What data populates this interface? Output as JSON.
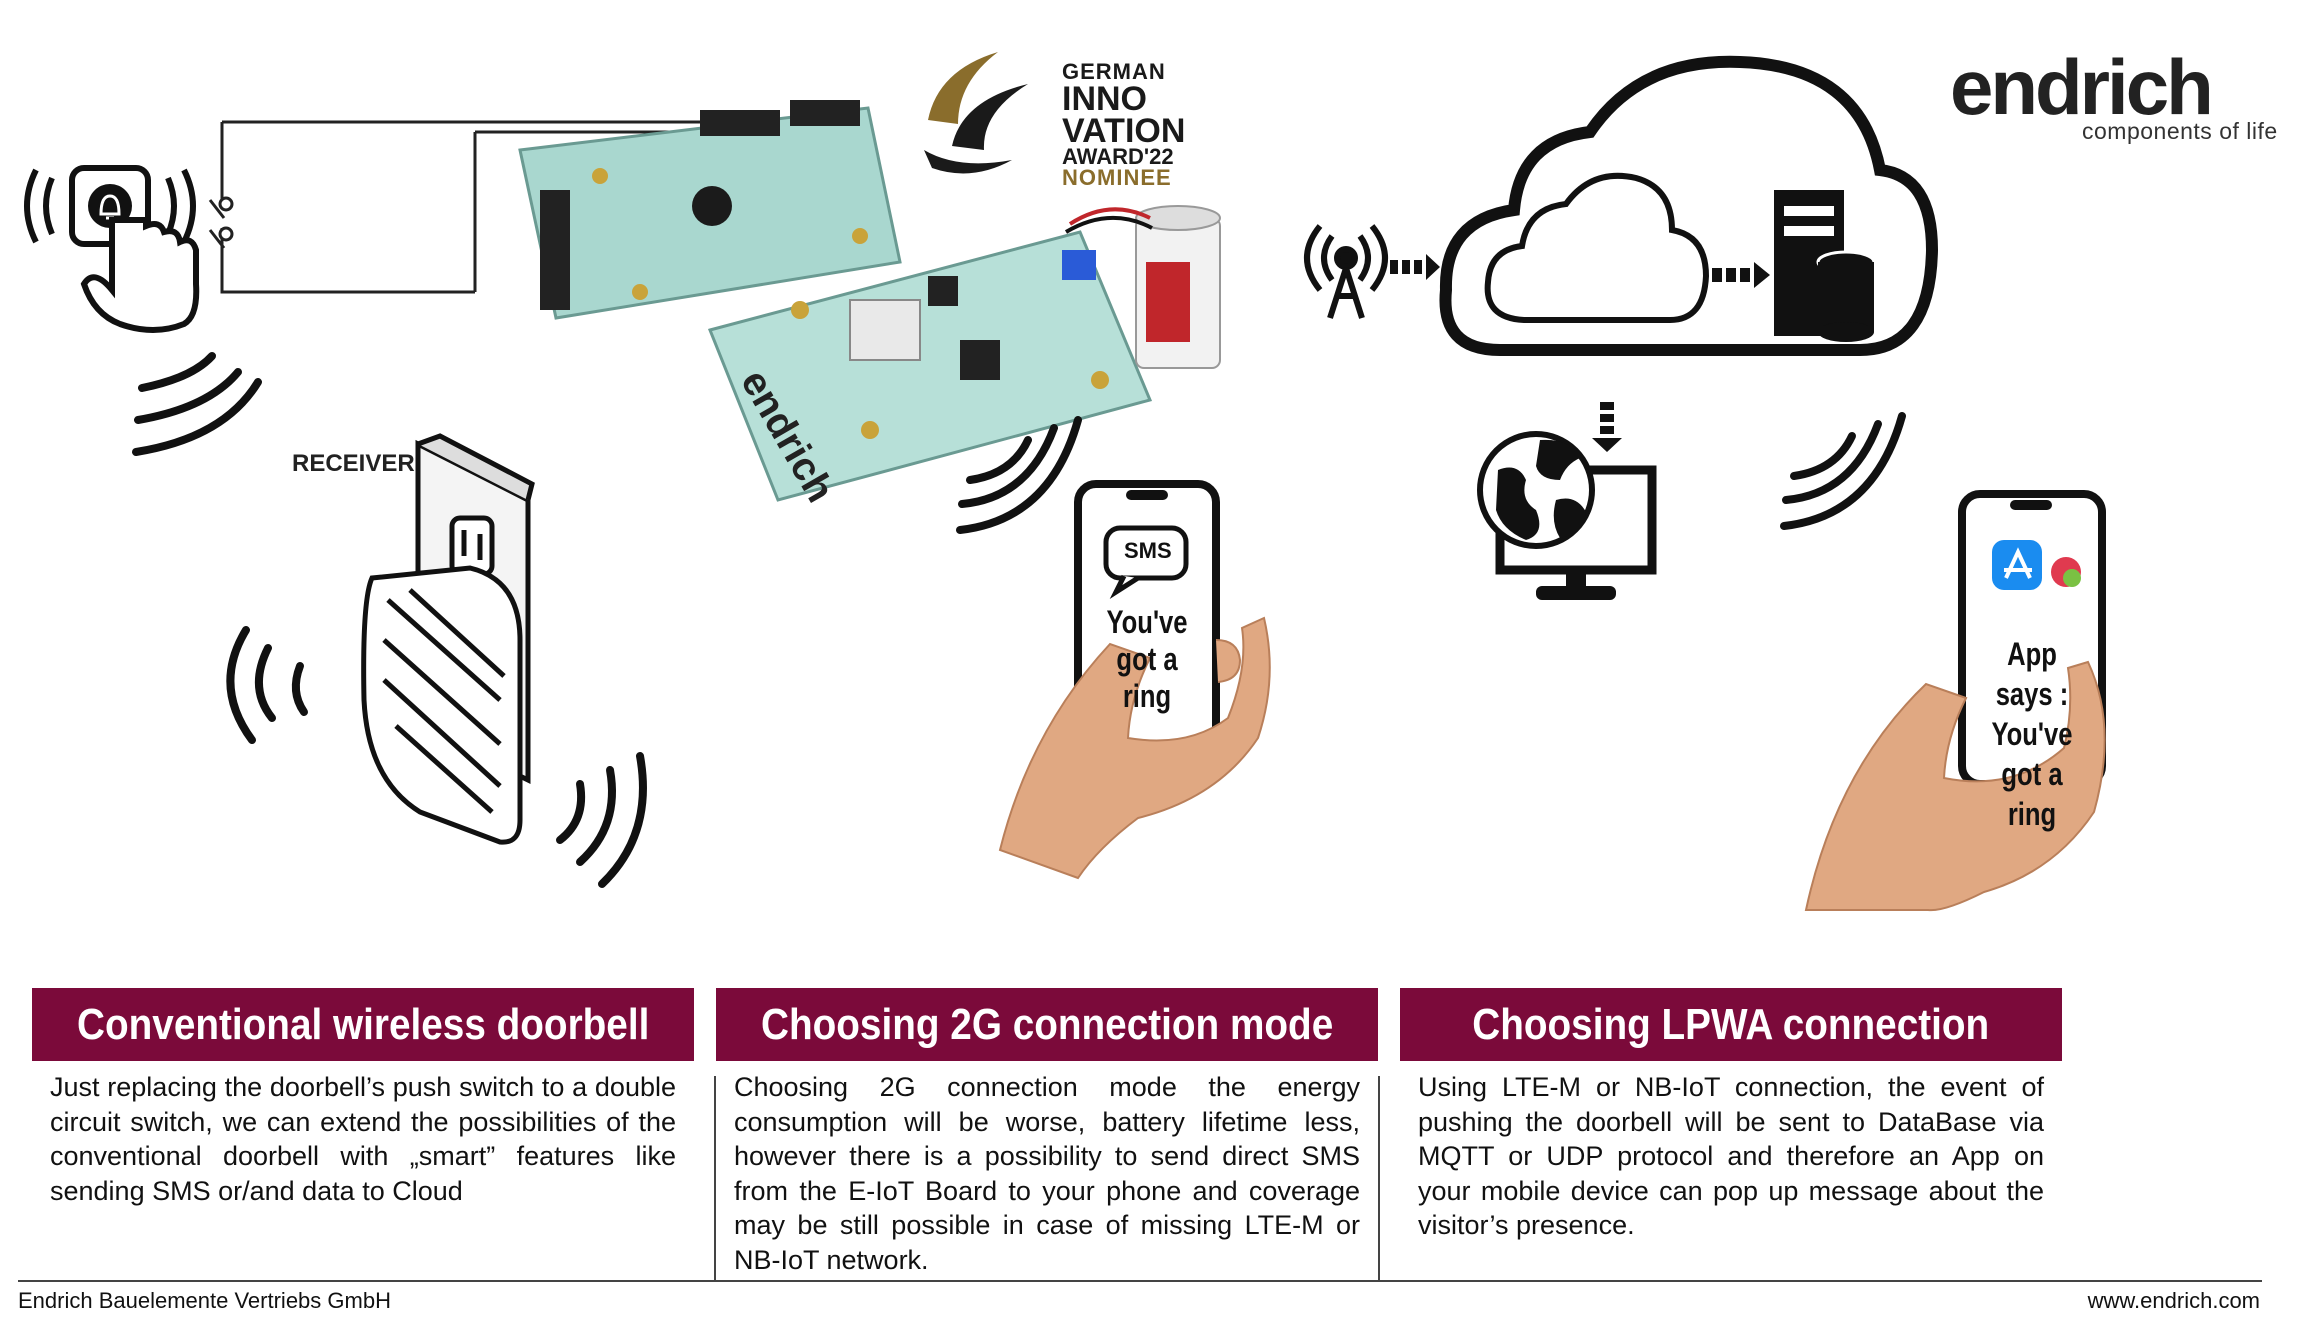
{
  "brand": {
    "logo_word": "endrich",
    "logo_tagline": "components of life"
  },
  "award": {
    "line1": "GERMAN",
    "line2": "INNO",
    "line3": "VATION",
    "line4": "AWARD'22",
    "line5": "NOMINEE"
  },
  "illustration": {
    "receiver_label": "RECEIVER",
    "phone_2g": {
      "badge": "SMS",
      "line1": "You've",
      "line2": "got a ring"
    },
    "phone_lpwa": {
      "line1": "App says :",
      "line2": "You've",
      "line3": "got a ring"
    }
  },
  "columns": [
    {
      "title": "Conventional wireless doorbell",
      "body": "Just replacing the doorbell’s push switch to a double circuit switch, we can extend the possibilities of the conventional doorbell with „smart” features like sending SMS or/and data to Cloud"
    },
    {
      "title": "Choosing 2G connection mode",
      "body": "Choosing 2G connection mode the energy consumption will be worse, battery lifetime less, however there is a possibility to send direct SMS from the E-IoT Board to your phone and coverage may be still possible in case of missing LTE-M or NB-IoT network."
    },
    {
      "title": "Choosing LPWA  connection",
      "body": "Using LTE-M or NB-IoT connection, the event of pushing the doorbell will be sent to DataBase via MQTT or UDP protocol and therefore an App on your mobile device can pop up message about the visitor’s presence."
    }
  ],
  "footer": {
    "company": "Endrich Bauelemente Vertriebs GmbH",
    "website": "www.endrich.com"
  },
  "colors": {
    "header_bg": "#7b0a3a",
    "board": "#a9d7cf",
    "award_gold": "#8a6d2c"
  }
}
